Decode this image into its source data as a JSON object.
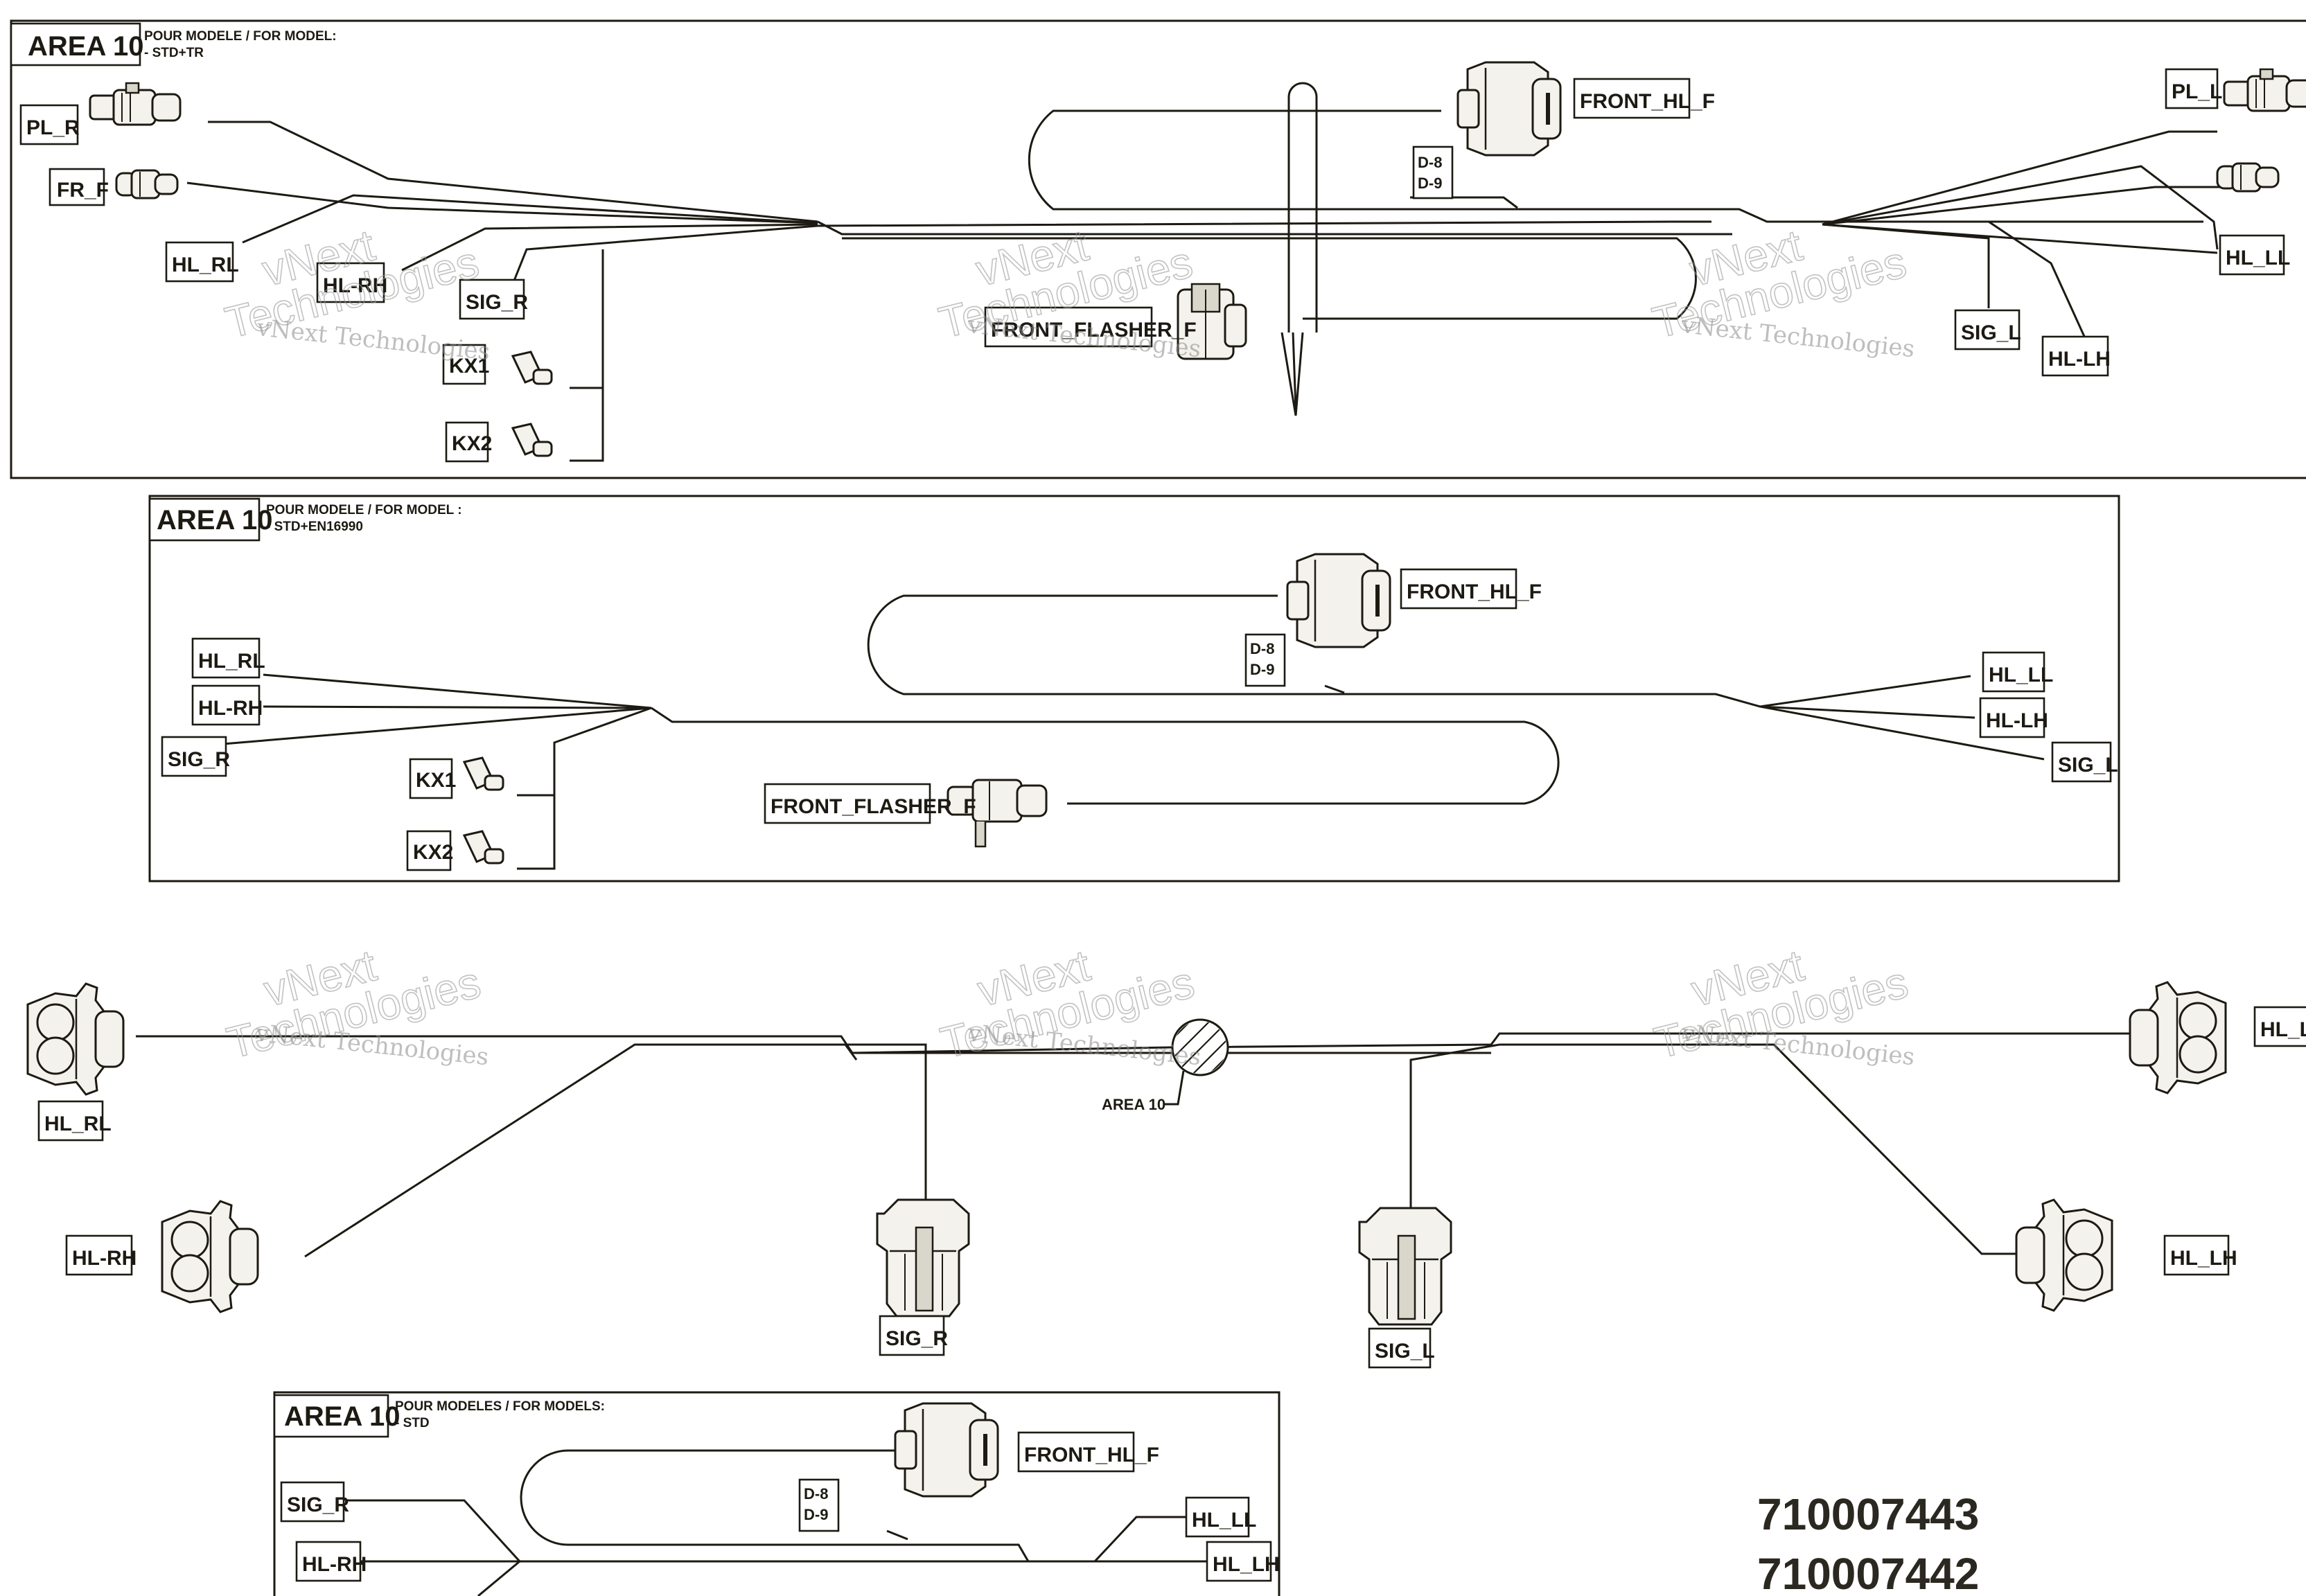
{
  "area_label": "AREA 10",
  "sections": {
    "tr": {
      "title": "AREA 10",
      "note_line1": "POUR MODELE / FOR MODEL:",
      "note_line2": "- STD+TR"
    },
    "en": {
      "title": "AREA 10",
      "note_line1": "POUR MODELE / FOR MODEL :",
      "note_line2": "- STD+EN16990"
    },
    "std": {
      "title": "AREA 10",
      "note_line1": "POUR MODELES / FOR MODELS:",
      "note_line2": "- STD"
    }
  },
  "labels": {
    "pl_r": "PL_R",
    "fr_f": "FR_F",
    "hl_rl": "HL_RL",
    "hl_rh": "HL-RH",
    "sig_r": "SIG_R",
    "kx1": "KX1",
    "kx2": "KX2",
    "front_hl_f": "FRONT_HL_F",
    "front_flasher_f": "FRONT_FLASHER_F",
    "d8": "D-8",
    "d9": "D-9",
    "pl_l": "PL_L",
    "hl_ll": "HL_LL",
    "hl_lh_dash": "HL-LH",
    "hl_lh": "HL_LH",
    "sig_l": "SIG_L"
  },
  "watermark": {
    "line1": "vNext Technologies",
    "line2": "vNext",
    "line3": "Technologies"
  },
  "part_numbers": [
    "710007443",
    "710007442"
  ]
}
